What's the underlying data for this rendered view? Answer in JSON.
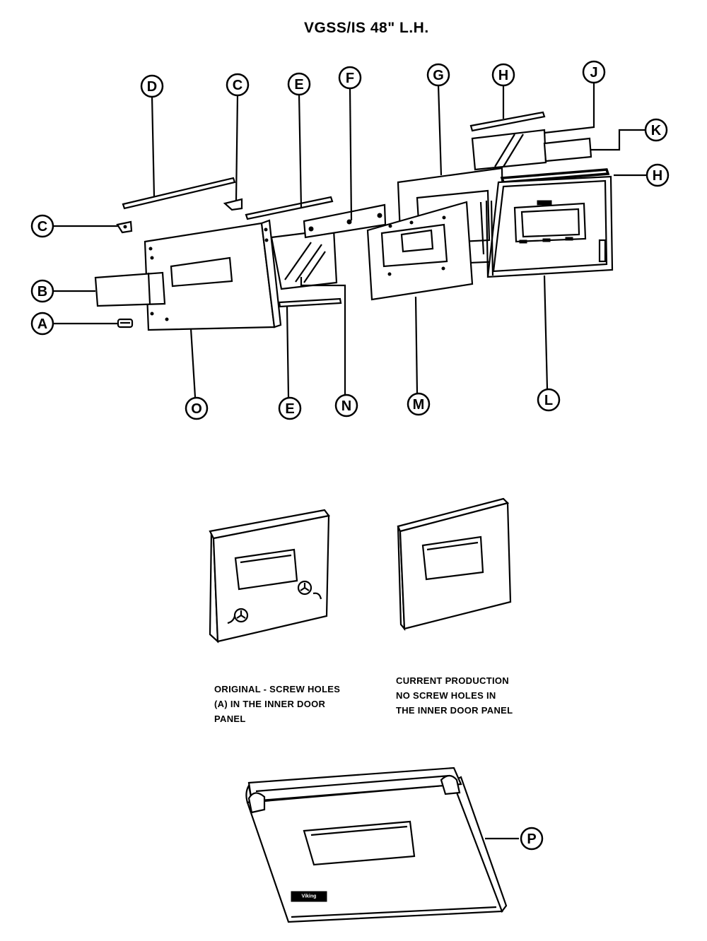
{
  "title": "VGSS/IS 48\" L.H.",
  "callouts": [
    "D",
    "C",
    "E",
    "F",
    "G",
    "H",
    "J",
    "K",
    "H",
    "C",
    "B",
    "A",
    "O",
    "E",
    "N",
    "M",
    "L",
    "P"
  ],
  "notes": {
    "original": "ORIGINAL - SCREW HOLES\n(A) IN THE INNER DOOR\nPANEL",
    "current": "CURRENT PRODUCTION\nNO SCREW HOLES IN\nTHE INNER DOOR PANEL"
  },
  "badge_text": "Viking"
}
